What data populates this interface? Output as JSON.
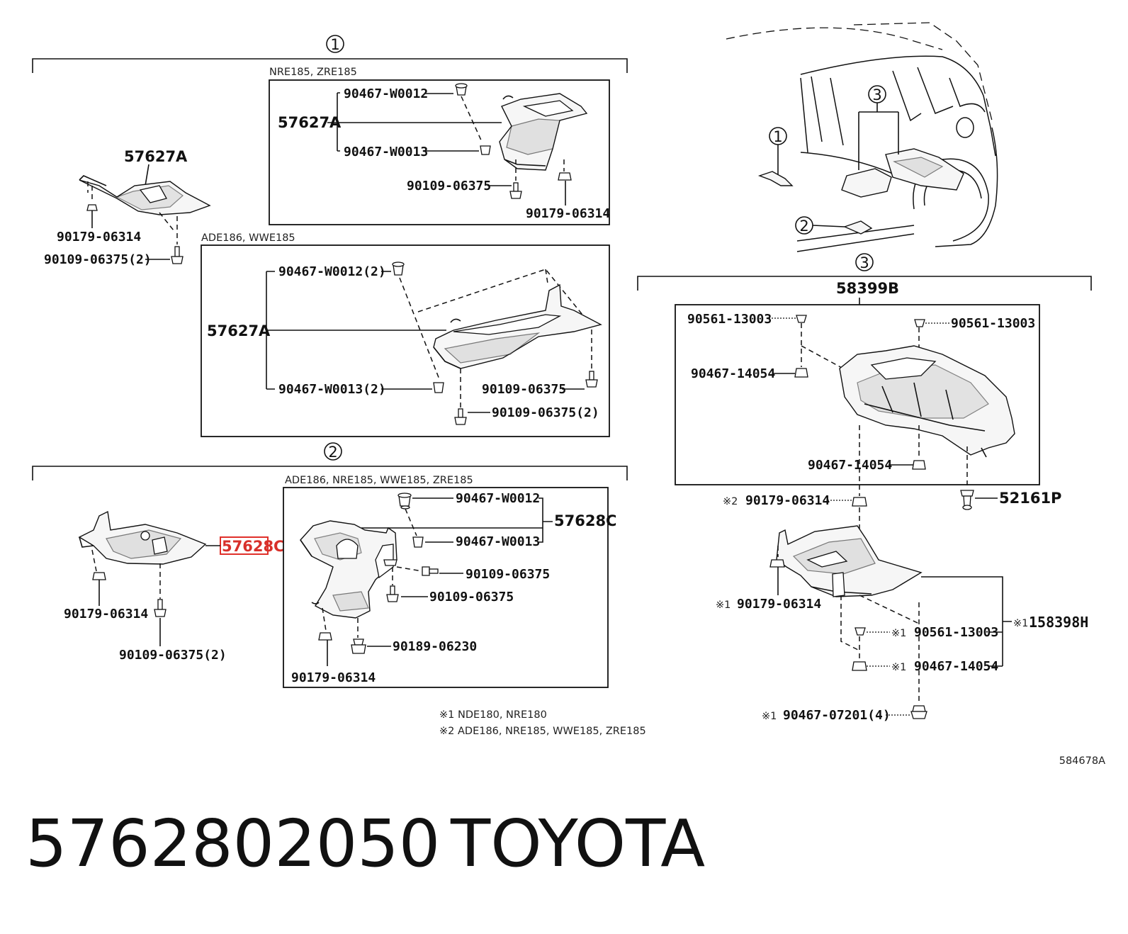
{
  "callouts": [
    "①",
    "②",
    "③"
  ],
  "models": {
    "g1_top": "NRE185, ZRE185",
    "g1_bot": "ADE186, WWE185",
    "g2_right": "ADE186, NRE185, WWE185, ZRE185"
  },
  "g1": {
    "left_assy": "57627A",
    "left_p1": "90179-06314",
    "left_p2": "90109-06375(2)",
    "top_assy": "57627A",
    "top_p1": "90467-W0012",
    "top_p2": "90467-W0013",
    "top_p3": "90109-06375",
    "top_p4": "90179-06314",
    "bot_assy": "57627A",
    "bot_p1": "90467-W0012(2)",
    "bot_p2": "90467-W0013(2)",
    "bot_p3": "90109-06375",
    "bot_p4": "90109-06375(2)"
  },
  "g2": {
    "left_assy": "57628C",
    "left_p1": "90179-06314",
    "left_p2": "90109-06375(2)",
    "r_assy": "57628C",
    "r_p1": "90467-W0012",
    "r_p2": "90467-W0013",
    "r_p3": "90109-06375",
    "r_p4": "90109-06375",
    "r_p5": "90189-06230",
    "r_p6": "90179-06314"
  },
  "g3": {
    "assy": "58399B",
    "p1": "90561-13003",
    "p2": "90561-13003",
    "p3": "90467-14054",
    "p4": "90467-14054",
    "clip": "52161P",
    "m2_p": "90179-06314",
    "m1_p1": "90179-06314",
    "m1_assy": "158398H",
    "m1_p2": "90561-13003",
    "m1_p3": "90467-14054",
    "m1_p4": "90467-07201(4)",
    "mark1": "※1",
    "mark2": "※2"
  },
  "notes": [
    "※1  NDE180, NRE180",
    "※2  ADE186, NRE185, WWE185, ZRE185"
  ],
  "figure_code": "584678A",
  "part_number": "5762802050",
  "brand": "TOYOTA",
  "colors": {
    "ink": "#111111",
    "highlight": "#e0302a",
    "background": "#ffffff"
  }
}
